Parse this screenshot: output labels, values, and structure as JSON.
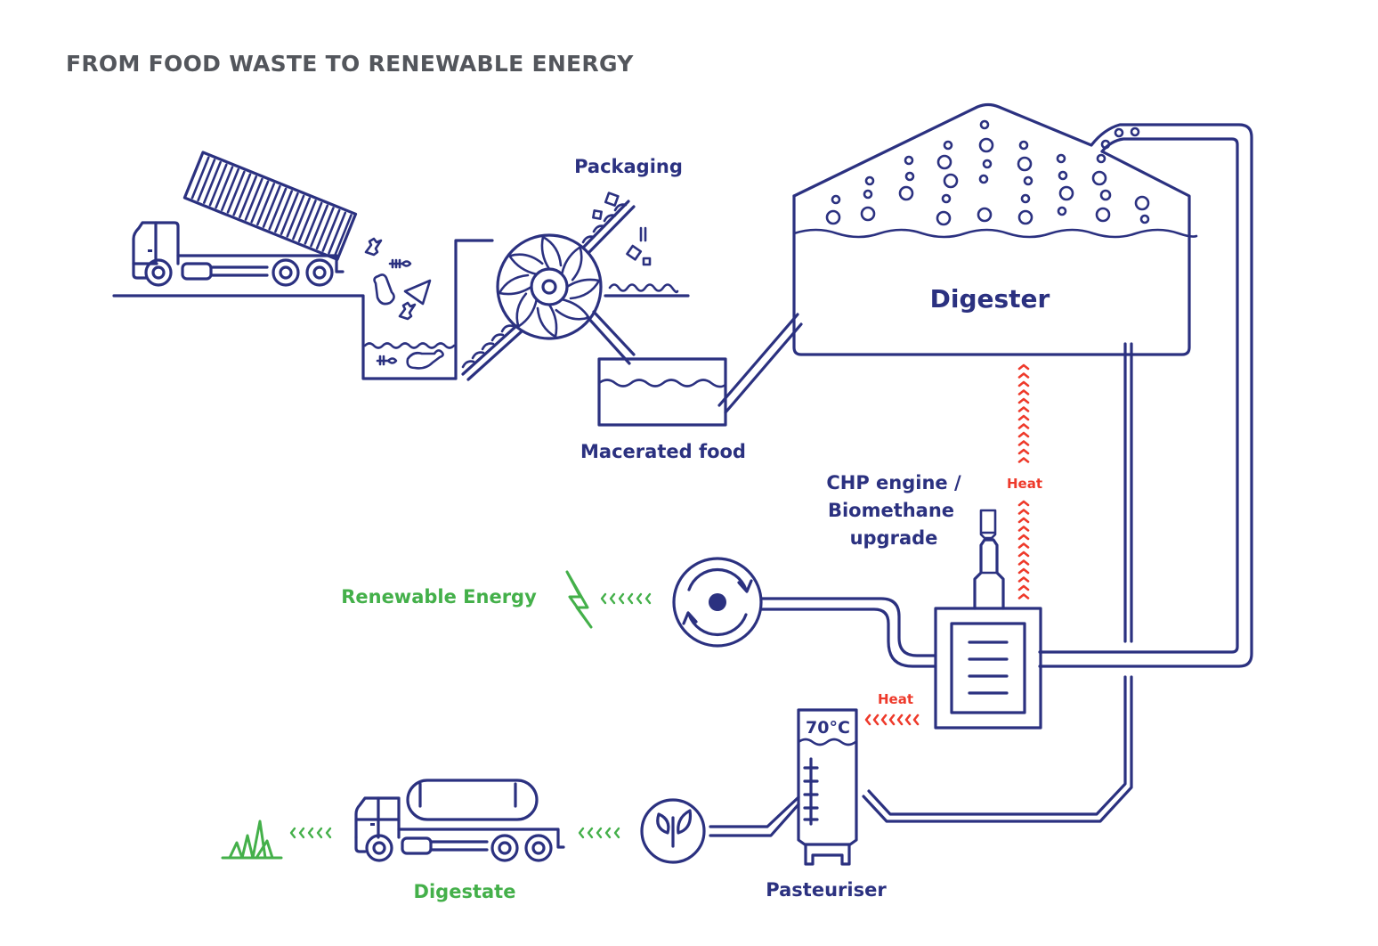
{
  "title": "FROM FOOD WASTE TO RENEWABLE ENERGY",
  "colors": {
    "primary": "#2b3180",
    "title": "#53565c",
    "energy_green": "#44b04a",
    "heat_red": "#ee3a2b"
  },
  "labels": {
    "packaging": "Packaging",
    "macerated_food": "Macerated food",
    "digester": "Digester",
    "chp_line1": "CHP engine /",
    "chp_line2": "Biomethane",
    "chp_line3": "upgrade",
    "heat_vertical": "Heat",
    "heat_horizontal": "Heat",
    "renewable_energy": "Renewable Energy",
    "temperature": "70°C",
    "pasteuriser": "Pasteuriser",
    "digestate": "Digestate"
  },
  "icons": [
    "tipper-truck-icon",
    "food-waste-icon",
    "macerator-icon",
    "conveyor-icon",
    "packaging-boxes-icon",
    "tank-icon",
    "digester-icon",
    "biogas-bubbles-icon",
    "chp-engine-icon",
    "exhaust-stack-icon",
    "generator-icon",
    "lightning-bolt-icon",
    "pasteuriser-icon",
    "thermometer-icon",
    "plant-sprout-icon",
    "tanker-truck-icon",
    "grass-icon"
  ],
  "flows": [
    {
      "from": "Tipper truck",
      "to": "Reception pit"
    },
    {
      "from": "Reception pit",
      "to": "Macerator"
    },
    {
      "from": "Macerator",
      "to": "Packaging"
    },
    {
      "from": "Macerator",
      "to": "Macerated food"
    },
    {
      "from": "Macerated food",
      "to": "Digester"
    },
    {
      "from": "Digester",
      "to": "CHP engine / Biomethane upgrade",
      "medium": "biogas"
    },
    {
      "from": "CHP engine / Biomethane upgrade",
      "to": "Digester",
      "medium": "Heat"
    },
    {
      "from": "CHP engine / Biomethane upgrade",
      "to": "Pasteuriser",
      "medium": "Heat"
    },
    {
      "from": "CHP engine / Biomethane upgrade",
      "to": "Renewable Energy"
    },
    {
      "from": "Digester",
      "to": "Pasteuriser"
    },
    {
      "from": "Pasteuriser",
      "to": "Digestate"
    },
    {
      "from": "Digestate",
      "to": "Land"
    }
  ]
}
